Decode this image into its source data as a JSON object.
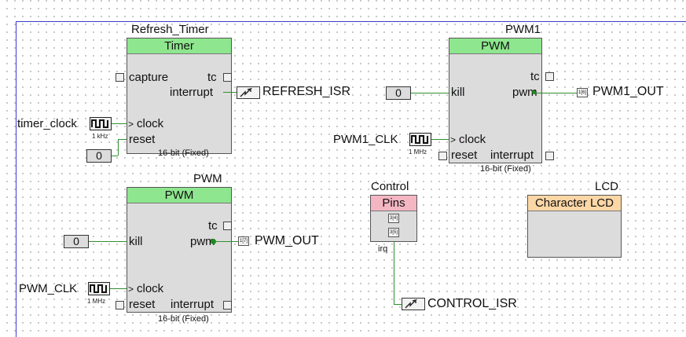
{
  "refresh_timer": {
    "instance_name": "Refresh_Timer",
    "component_type": "Timer",
    "pins": {
      "capture": "capture",
      "tc": "tc",
      "interrupt": "interrupt",
      "clock": "clock",
      "reset": "reset"
    },
    "resolution": "16-bit (Fixed)",
    "clock_source": {
      "name": "timer_clock",
      "freq": "1 kHz"
    },
    "reset_const": "0",
    "isr": "REFRESH_ISR"
  },
  "pwm1": {
    "instance_name": "PWM1",
    "component_type": "PWM",
    "pins": {
      "tc": "tc",
      "kill": "kill",
      "pwm": "pwm",
      "clock": "clock",
      "reset": "reset",
      "interrupt": "interrupt"
    },
    "resolution": "16-bit (Fixed)",
    "kill_const": "0",
    "clock_source": {
      "name": "PWM1_CLK",
      "freq": "1 MHz"
    },
    "output_port": "PWM1_OUT",
    "output_pin": "1[6]"
  },
  "pwm": {
    "instance_name": "PWM",
    "component_type": "PWM",
    "pins": {
      "tc": "tc",
      "kill": "kill",
      "pwm": "pwm",
      "clock": "clock",
      "reset": "reset",
      "interrupt": "interrupt"
    },
    "resolution": "16-bit (Fixed)",
    "kill_const": "0",
    "clock_source": {
      "name": "PWM_CLK",
      "freq": "1 MHz"
    },
    "output_port": "PWM_OUT",
    "output_pin": "1[7]"
  },
  "control": {
    "instance_name": "Control",
    "component_type": "Pins",
    "pin_labels": [
      "3[4]",
      "3[5]"
    ],
    "irq_label": "irq",
    "isr": "CONTROL_ISR"
  },
  "lcd": {
    "instance_name": "LCD",
    "component_type": "Character LCD"
  },
  "colors": {
    "wire": "#2f8f2f",
    "component_body": "#dcdcdc",
    "header_green": "#8ee68e",
    "header_pink": "#f4b6c2",
    "header_orange": "#fcd7a6",
    "sheet_border": "#3c3cc8"
  }
}
